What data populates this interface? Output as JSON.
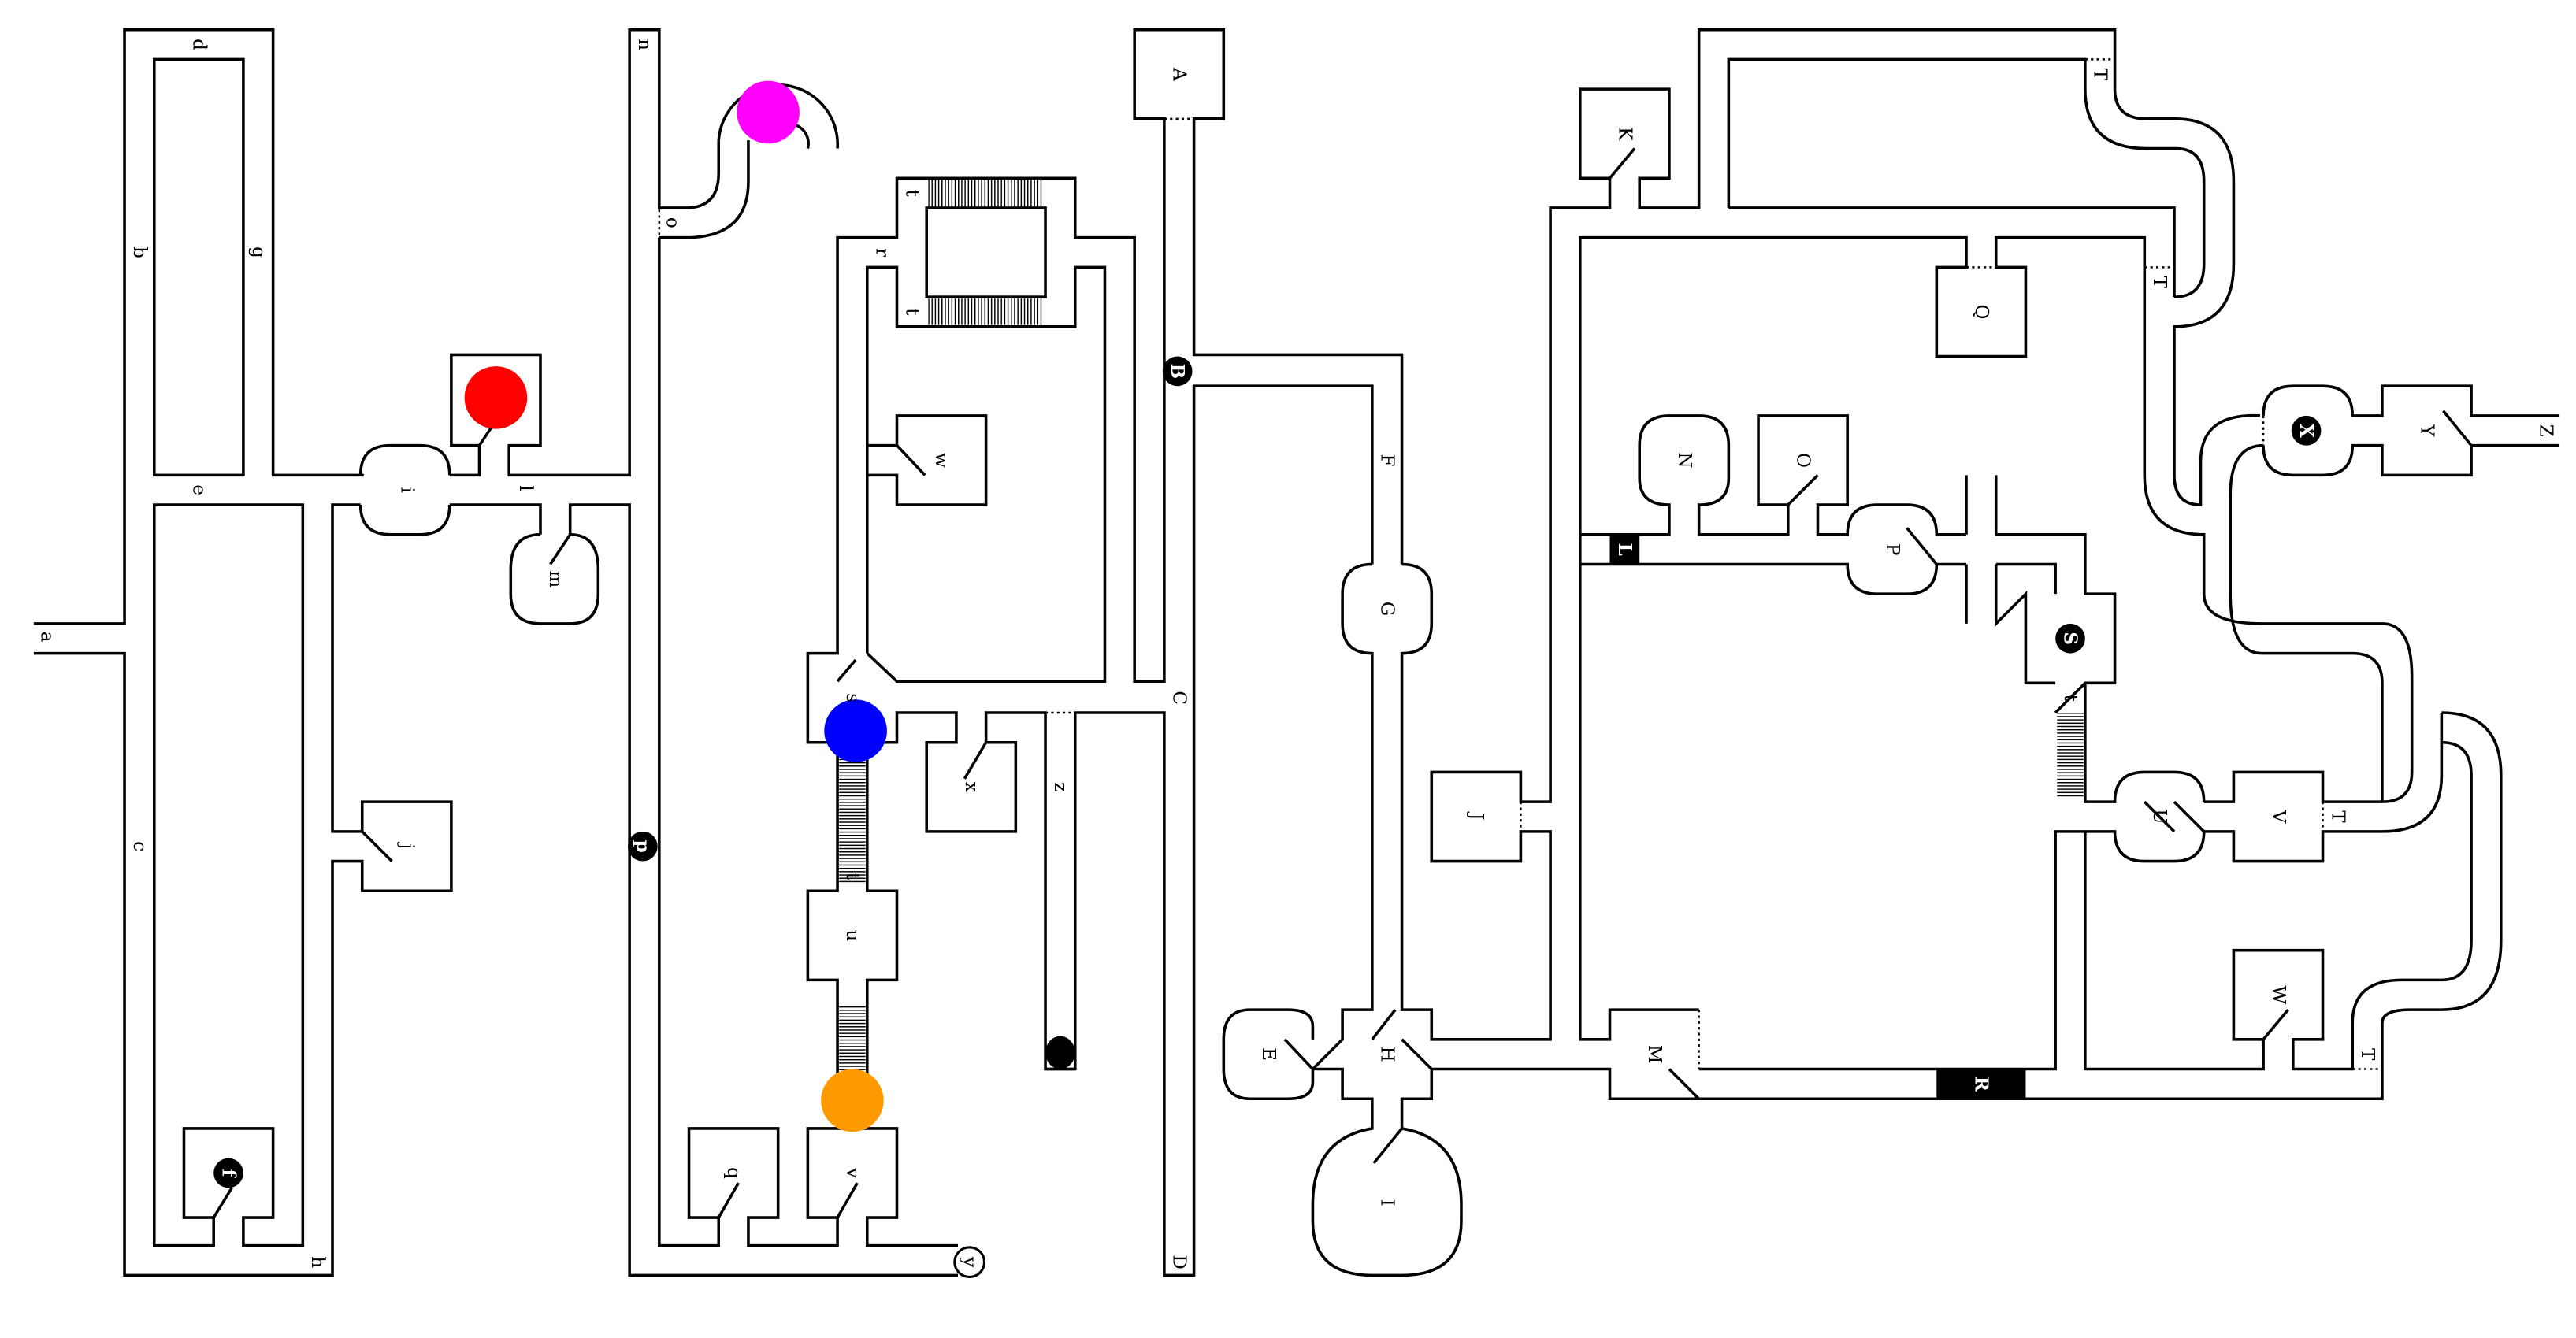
{
  "rooms": {
    "a": "a",
    "b": "b",
    "c": "c",
    "d": "d",
    "e": "e",
    "f": "f",
    "g": "g",
    "h": "h",
    "i": "i",
    "j": "j",
    "l": "l",
    "m": "m",
    "n": "n",
    "o": "o",
    "p": "p",
    "q": "q",
    "r": "r",
    "s": "s",
    "t": "t",
    "u": "u",
    "v": "v",
    "w": "w",
    "x": "x",
    "y": "y",
    "z": "z",
    "A": "A",
    "B": "B",
    "C": "C",
    "D": "D",
    "E": "E",
    "F": "F",
    "G": "G",
    "H": "H",
    "I": "I",
    "J": "J",
    "K": "K",
    "L": "L",
    "M": "M",
    "N": "N",
    "O": "O",
    "P": "P",
    "Q": "Q",
    "R": "R",
    "S": "S",
    "T": "T",
    "U": "U",
    "V": "V",
    "W": "W",
    "X": "X",
    "Y": "Y",
    "Z": "Z"
  },
  "markers": {
    "red": "#ff0000",
    "magenta": "#ff00ff",
    "blue": "#0000ff",
    "orange": "#ff9900",
    "black": "#000000"
  }
}
